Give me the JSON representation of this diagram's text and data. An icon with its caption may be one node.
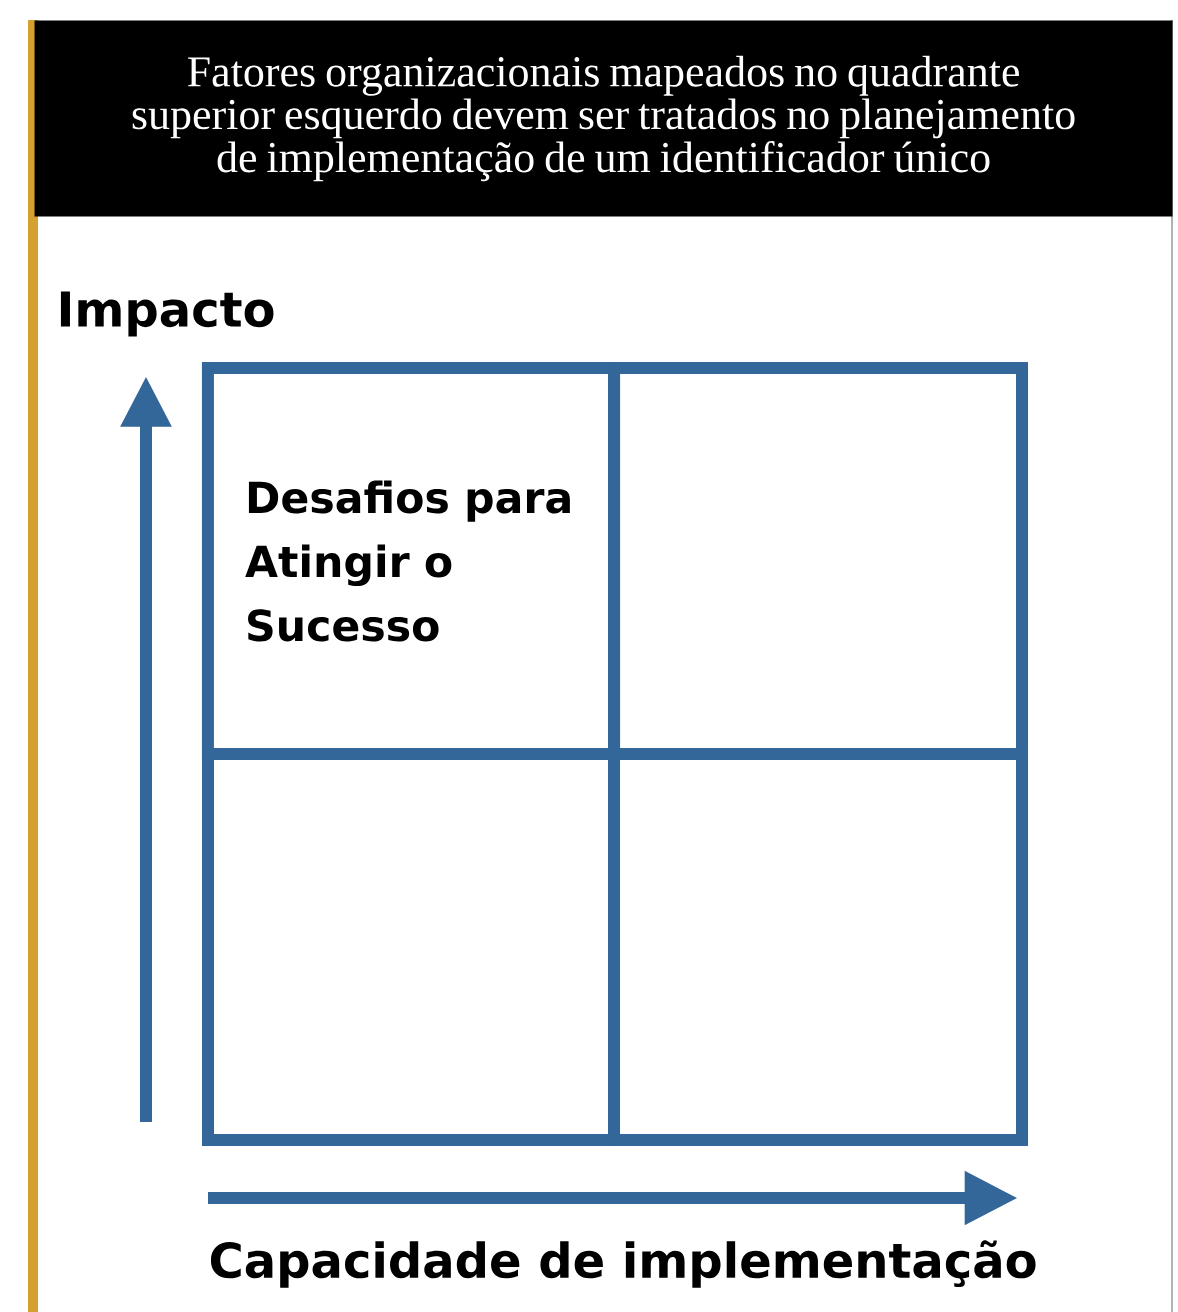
{
  "diagram": {
    "title": "Fatores organizacionais mapeados no quadrante superior esquerdo devem ser tratados no planejamento de implementação de um identificador único",
    "nodes": [
      {
        "text": [
          "Desafios para Atingir o Sucesso"
        ]
      },
      {
        "text": [],
        "shape": "box"
      },
      {
        "text": [],
        "shape": "box"
      },
      {
        "text": [],
        "shape": "box"
      }
    ],
    "labels": [
      "Impacto",
      "Capacidade de implementação"
    ]
  }
}
